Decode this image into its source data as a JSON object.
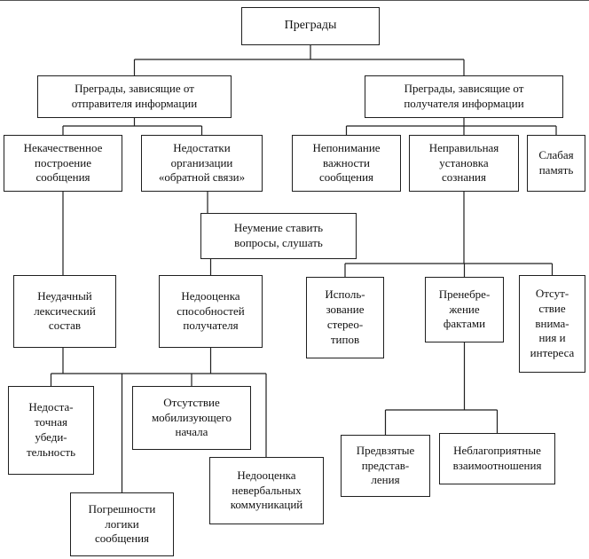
{
  "diagram": {
    "title": "Преграды",
    "language": "ru",
    "colors": {
      "background": "#ffffff",
      "box_border": "#1f1f1f",
      "line": "#1f1f1f",
      "text": "#111111"
    },
    "nodes": {
      "barriers": {
        "label": "Преграды"
      },
      "sender": {
        "label": "Преграды, зависящие от\nотправителя информации"
      },
      "receiver": {
        "label": "Преграды, зависящие от\nполучателя информации"
      },
      "poor_construction": {
        "label": "Некачественное\nпостроение\nсообщения"
      },
      "feedback_flaws": {
        "label": "Недостатки\nорганизации\n«обратной связи»"
      },
      "misunderstanding": {
        "label": "Непонимание\nважности\nсообщения"
      },
      "wrong_mindset": {
        "label": "Неправильная\nустановка\nсознания"
      },
      "weak_memory": {
        "label": "Слабая\nпамять"
      },
      "asking_listening": {
        "label": "Неумение ставить\nвопросы, слушать"
      },
      "lexical": {
        "label": "Неудачный\nлексический\nсостав"
      },
      "recipient_underestimation": {
        "label": "Недооценка\nспособностей\nполучателя"
      },
      "stereotypes": {
        "label": "Исполь-\nзование\nстерео-\nтипов"
      },
      "fact_neglect": {
        "label": "Пренебре-\nжение\nфактами"
      },
      "no_attention": {
        "label": "Отсут-\nствие\nвнима-\nния и\nинтереса"
      },
      "weak_persuasion": {
        "label": "Недоста-\nточная\nубеди-\nтельность"
      },
      "no_mobilizing": {
        "label": "Отсутствие\nмобилизующего\nначала"
      },
      "nonverbal": {
        "label": "Недооценка\nневербальных\nкоммуникаций"
      },
      "preconceptions": {
        "label": "Предвзятые\nпредстав-\nления"
      },
      "bad_relations": {
        "label": "Неблагоприятные\nвзаимоотношения"
      },
      "logic_errors": {
        "label": "Погрешности\nлогики\nсообщения"
      }
    }
  }
}
